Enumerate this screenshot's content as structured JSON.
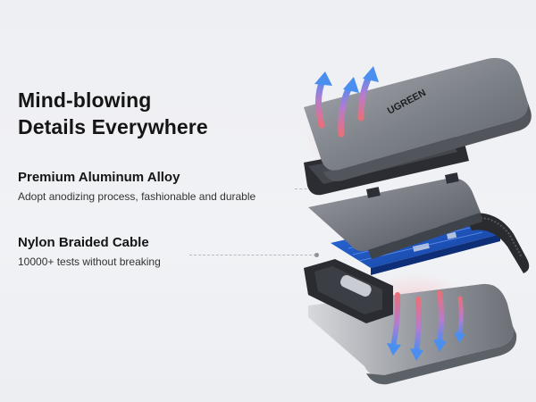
{
  "headline": {
    "line1": "Mind-blowing",
    "line2": "Details Everywhere"
  },
  "features": [
    {
      "title": "Premium Aluminum Alloy",
      "desc": "Adopt anodizing process, fashionable and durable"
    },
    {
      "title": "Nylon Braided Cable",
      "desc": "10000+ tests without breaking"
    }
  ],
  "brand": {
    "logo_text": "UGREEN"
  },
  "colors": {
    "background": "#eff0f3",
    "heat_arrow": "#e8707a",
    "cool_arrow": "#4a8ef0",
    "pcb": "#1f58c9",
    "aluminum": "#8a8d94"
  }
}
